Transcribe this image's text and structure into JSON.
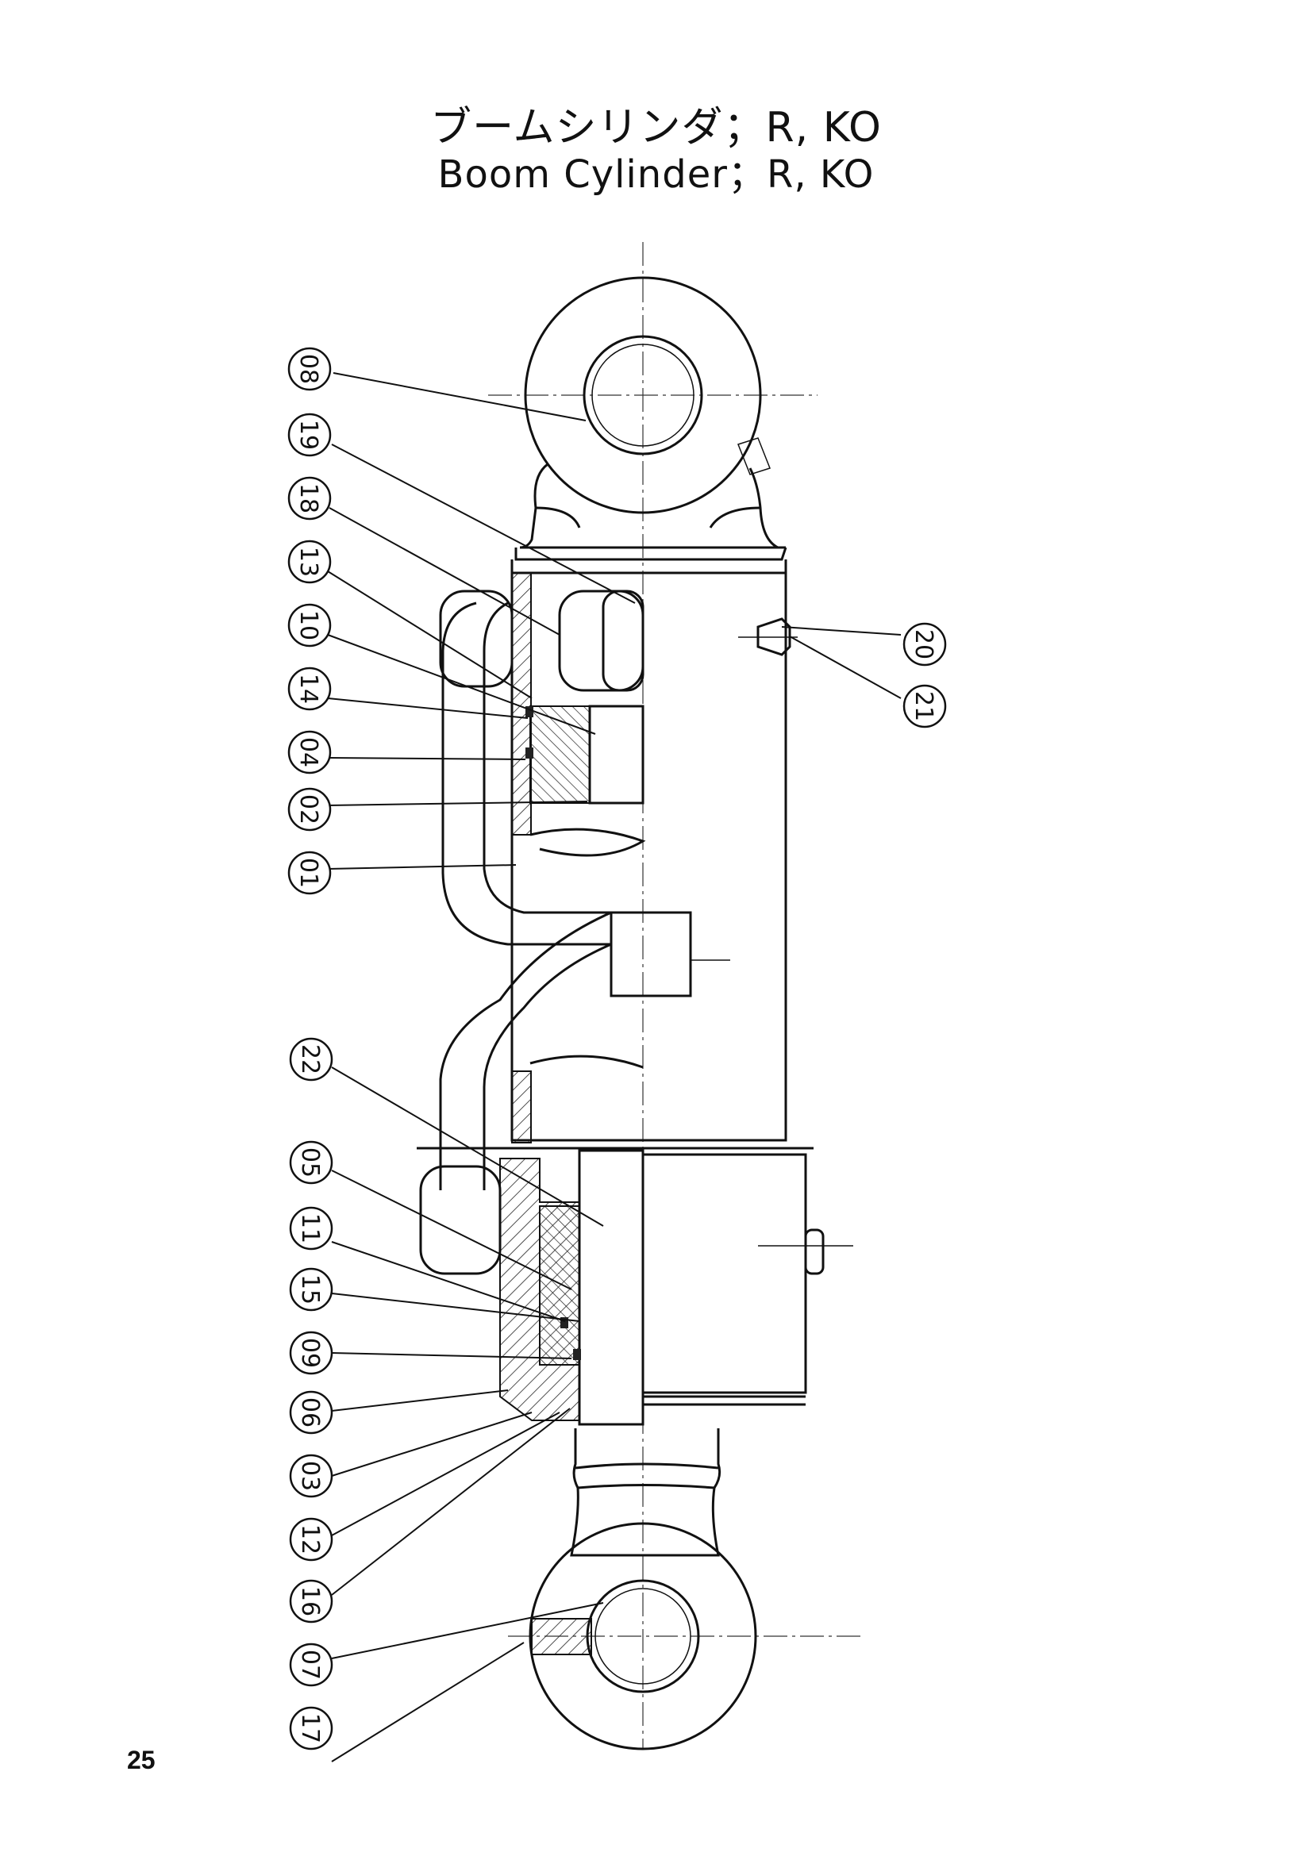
{
  "title": {
    "japanese": "ブームシリンダ；R, KO",
    "english": "Boom Cylinder；R, KO"
  },
  "page_number": "25",
  "callouts_left": [
    "08",
    "19",
    "18",
    "13",
    "10",
    "14",
    "04",
    "02",
    "01",
    "22",
    "05",
    "11",
    "15",
    "09",
    "06",
    "03",
    "12",
    "16",
    "07",
    "17"
  ],
  "callouts_right": [
    "20",
    "21"
  ]
}
